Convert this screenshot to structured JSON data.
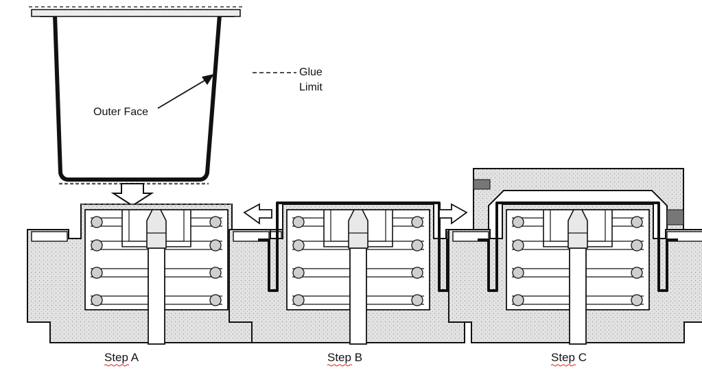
{
  "labels": {
    "outer_face": "Outer Face",
    "glue": "Glue",
    "limit": "Limit",
    "steps": [
      "Step A",
      "Step B",
      "Step C"
    ]
  },
  "colors": {
    "line": "#111111",
    "stipple": "#d9d9d9",
    "spelling_underline": "#e02020"
  }
}
